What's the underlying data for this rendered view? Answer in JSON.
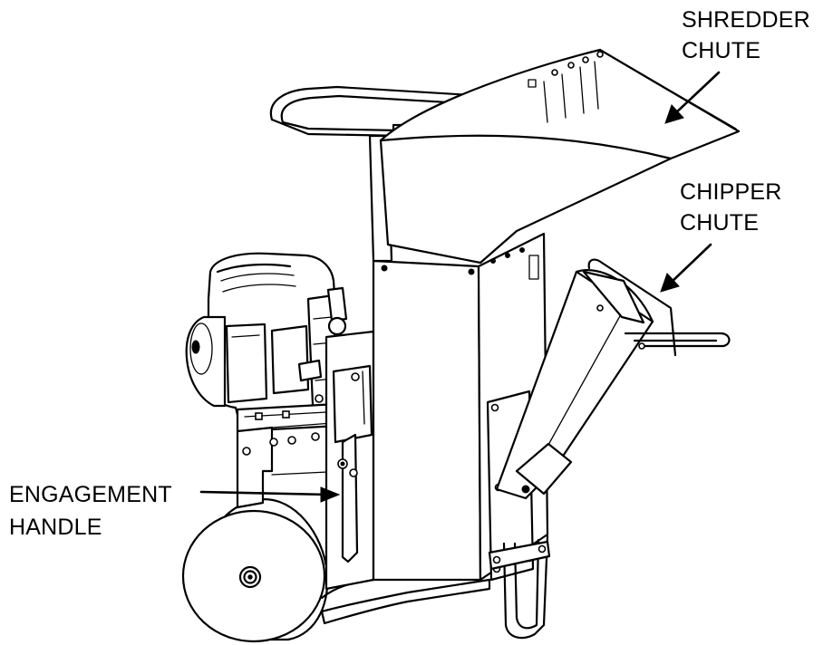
{
  "labels": {
    "shredder_line1": "SHREDDER",
    "shredder_line2": "CHUTE",
    "chipper_line1": "CHIPPER",
    "chipper_line2": "CHUTE",
    "engagement_line1": "ENGAGEMENT",
    "engagement_line2": "HANDLE"
  },
  "colors": {
    "ink": "#000000",
    "paper": "#ffffff"
  }
}
